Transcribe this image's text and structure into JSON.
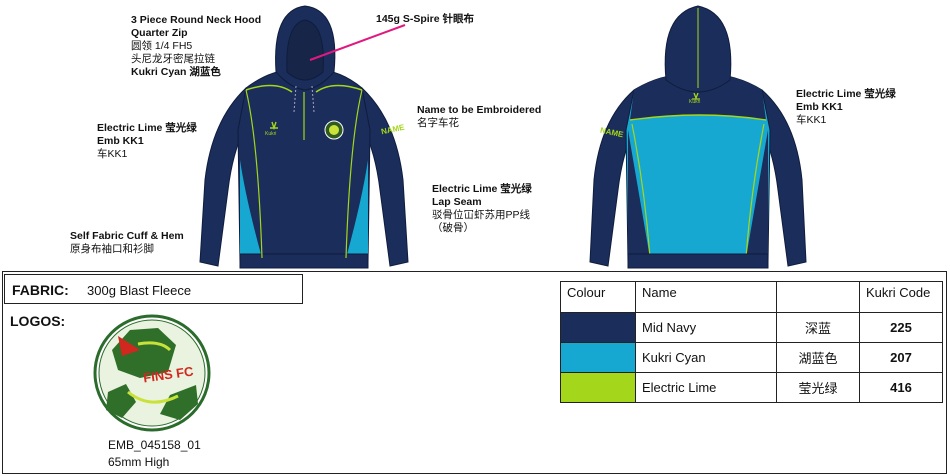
{
  "notes": {
    "neck": [
      "3 Piece Round Neck Hood",
      "Quarter Zip",
      "圆领 1/4 FH5",
      "头尼龙牙密尾拉链",
      "Kukri Cyan  湖蓝色"
    ],
    "spire": "145g S-Spire  针眼布",
    "lime_left": [
      "Electric Lime 莹光绿",
      "Emb KK1",
      "车KK1"
    ],
    "name_emb": [
      "Name to be Embroidered",
      "名字车花"
    ],
    "lap_seam": [
      "Electric Lime 莹光绿",
      "Lap Seam",
      "驳骨位冚虾苏用PP线",
      "（破骨）"
    ],
    "cuff": [
      "Self Fabric Cuff & Hem",
      "原身布袖口和衫脚"
    ],
    "lime_back": [
      "Electric Lime 莹光绿",
      "Emb KK1",
      "车KK1"
    ]
  },
  "garment": {
    "sleeve_name": "NAME",
    "brand": "Kukri"
  },
  "fabric": {
    "label": "FABRIC:",
    "value": "300g Blast Fleece"
  },
  "logos": {
    "label": "LOGOS:",
    "badge_text": "FINS FC",
    "code": "EMB_045158_01",
    "size": "65mm High"
  },
  "colour_table": {
    "headers": [
      "Colour",
      "Name",
      "",
      "Kukri Code"
    ],
    "rows": [
      {
        "hex": "#1b2d5a",
        "name": "Mid Navy",
        "cn": "深蓝",
        "code": "225"
      },
      {
        "hex": "#17a8d2",
        "name": "Kukri Cyan",
        "cn": "湖蓝色",
        "code": "207"
      },
      {
        "hex": "#a4d61c",
        "name": "Electric Lime",
        "cn": "莹光绿",
        "code": "416"
      }
    ]
  },
  "colors": {
    "navy": "#1b2d5a",
    "cyan": "#17a8d2",
    "lime": "#a4d61c",
    "pink": "#e0197f"
  }
}
